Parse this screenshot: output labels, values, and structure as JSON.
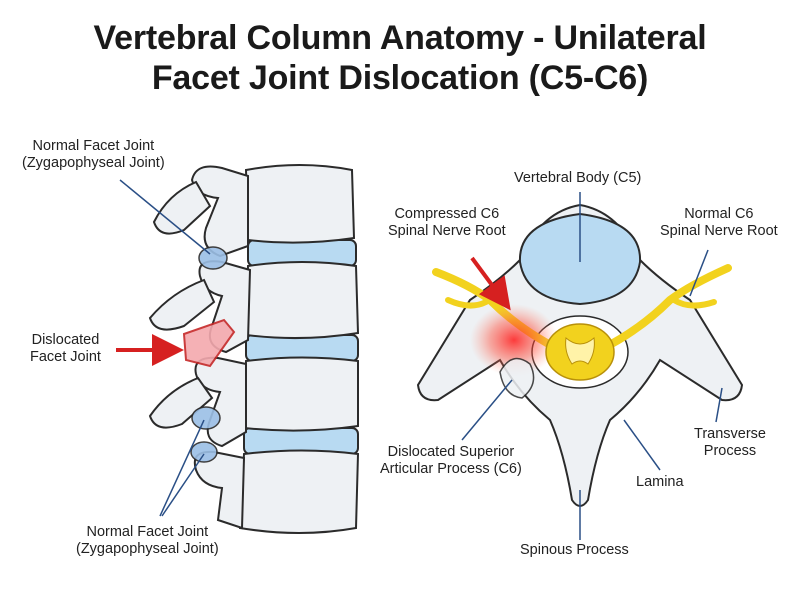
{
  "title": {
    "line1": "Vertebral Column Anatomy - Unilateral",
    "line2": "Facet Joint Dislocation (C5-C6)"
  },
  "labels": {
    "normal_facet_top": {
      "line1": "Normal Facet Joint",
      "line2": "(Zygapophyseal Joint)"
    },
    "dislocated_facet": {
      "line1": "Dislocated",
      "line2": "Facet Joint"
    },
    "normal_facet_bottom": {
      "line1": "Normal Facet Joint",
      "line2": "(Zygapophyseal Joint)"
    },
    "vertebral_body": {
      "line1": "Vertebral Body (C5)"
    },
    "compressed_root": {
      "line1": "Compressed C6",
      "line2": "Spinal Nerve Root"
    },
    "normal_root": {
      "line1": "Normal C6",
      "line2": "Spinal Nerve Root"
    },
    "dislocated_process": {
      "line1": "Dislocated Superior",
      "line2": "Articular Process (C6)"
    },
    "transverse_process": {
      "line1": "Transverse",
      "line2": "Process"
    },
    "lamina": {
      "line1": "Lamina"
    },
    "spinous_process": {
      "line1": "Spinous Process"
    }
  },
  "colors": {
    "bone": "#eef1f4",
    "outline": "#2b2b2b",
    "disc": "#b8daf2",
    "joint_normal": "#9bbfe6",
    "joint_dislocated": "#f4a9ae",
    "arrow": "#d62020",
    "nerve": "#f2d21e",
    "leader": "#2a4f86"
  }
}
